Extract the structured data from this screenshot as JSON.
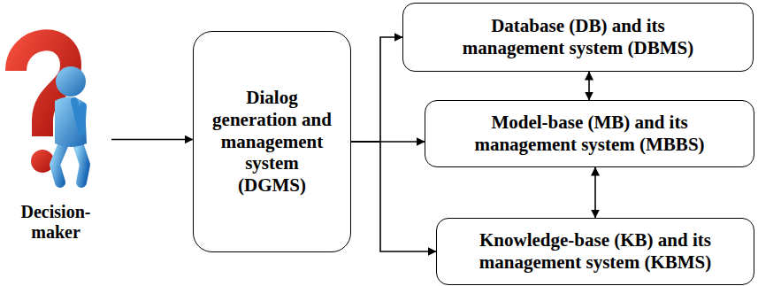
{
  "diagram": {
    "nodes": [
      {
        "text": [
          "Decision-maker"
        ]
      },
      {
        "text": [
          "Dialog generation and management system (DGMS)"
        ]
      },
      {
        "text": [
          "Database (DB) and its management system (DBMS)"
        ]
      },
      {
        "text": [
          "Model-base (MB) and its management system (MBBS)"
        ]
      },
      {
        "text": [
          "Knowledge-base (KB) and its management system (KBMS)"
        ]
      }
    ],
    "edges": [
      {
        "from": 0,
        "to": 1,
        "arrow": "to"
      },
      {
        "from": 1,
        "to": 2,
        "arrow": "to"
      },
      {
        "from": 1,
        "to": 3,
        "arrow": "to"
      },
      {
        "from": 1,
        "to": 4,
        "arrow": "to"
      },
      {
        "from": 2,
        "to": 3,
        "arrow": "both"
      },
      {
        "from": 3,
        "to": 4,
        "arrow": "both"
      }
    ]
  }
}
